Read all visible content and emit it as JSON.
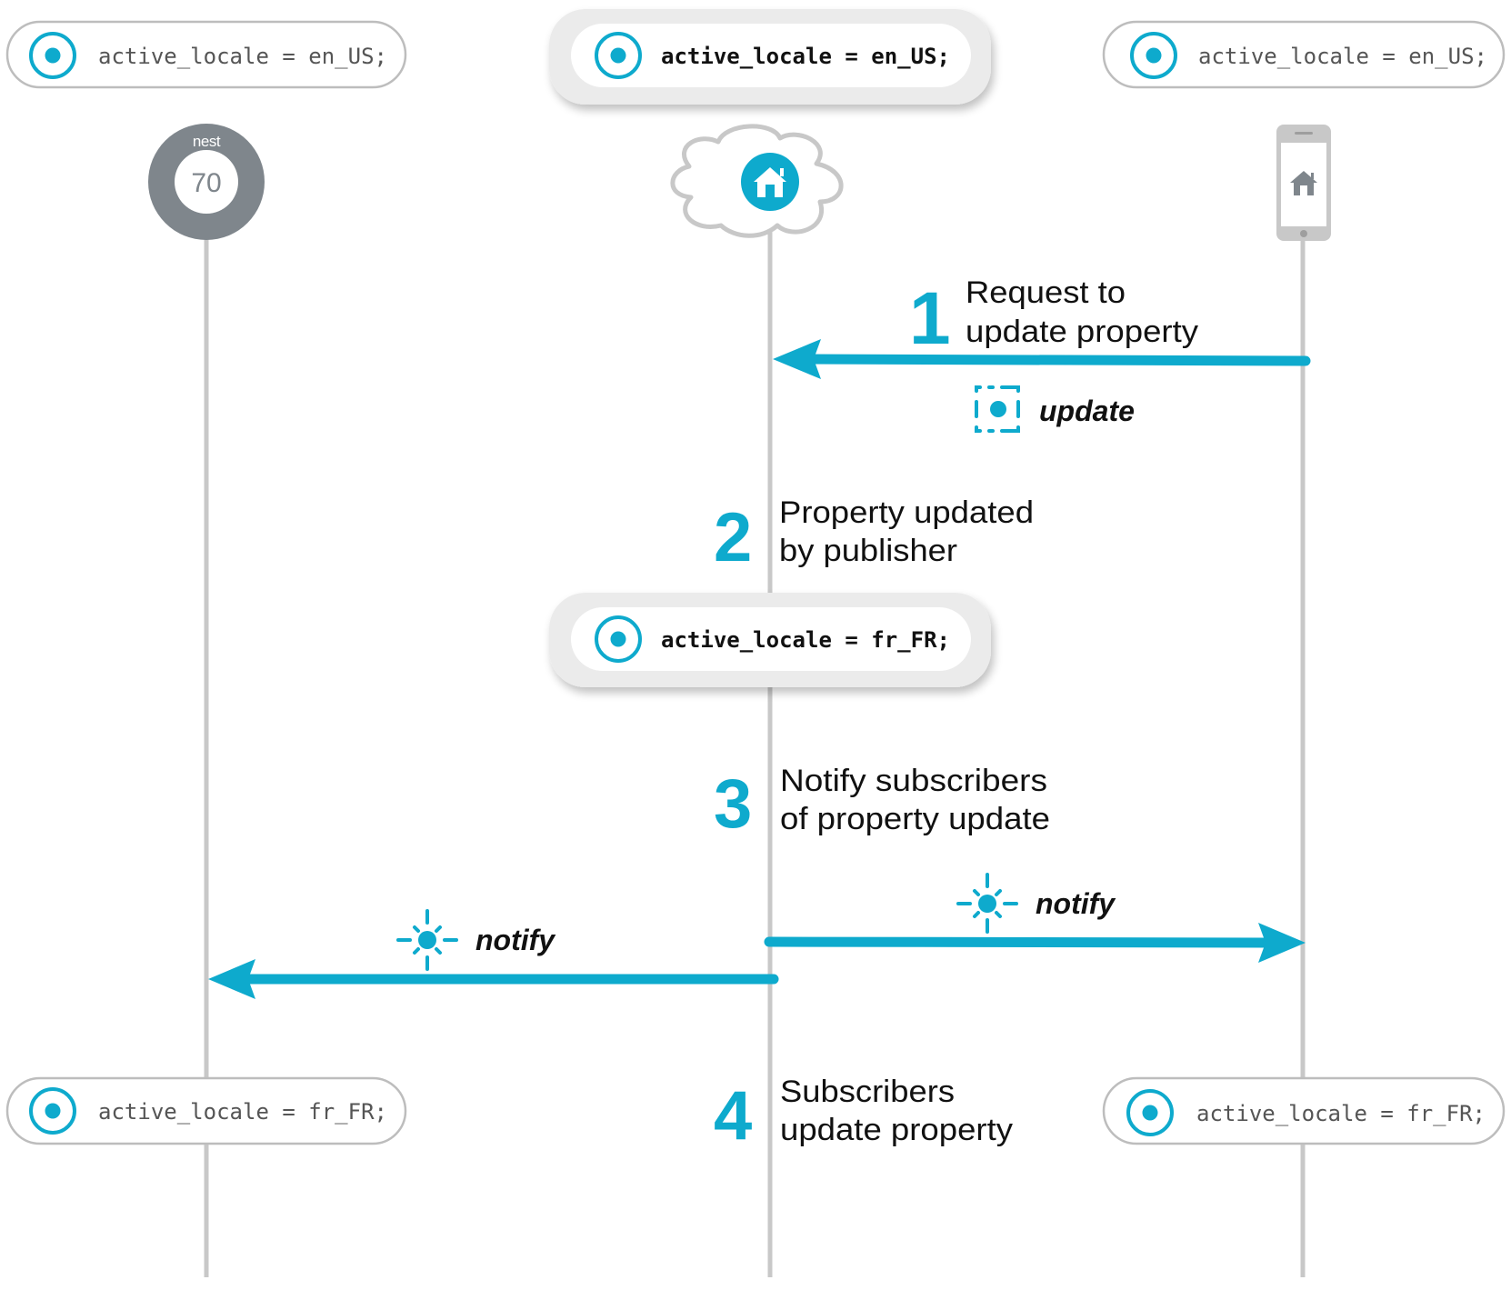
{
  "colors": {
    "accent": "#0eaacd",
    "lifeline": "#c8c8c8",
    "pill_border": "#bdbdbd",
    "pill_text_gray": "#555555",
    "pill_text_dark": "#111111",
    "step_text": "#111111",
    "device_gray": "#7f868c"
  },
  "top": {
    "left_pill": "active_locale = en_US;",
    "center_pill": "active_locale = en_US;",
    "right_pill": "active_locale = en_US;"
  },
  "devices": {
    "thermostat": {
      "brand": "nest",
      "temperature": "70",
      "icon": "thermostat-icon"
    },
    "cloud": {
      "icon": "home-icon"
    },
    "phone": {
      "icon": "home-icon"
    }
  },
  "steps": [
    {
      "number": "1",
      "line1": "Request to",
      "line2": "update property"
    },
    {
      "number": "2",
      "line1": "Property updated",
      "line2": "by publisher"
    },
    {
      "number": "3",
      "line1": "Notify subscribers",
      "line2": "of property update"
    },
    {
      "number": "4",
      "line1": "Subscribers",
      "line2": "update property"
    }
  ],
  "actions": {
    "update": "update",
    "notify_right": "notify",
    "notify_left": "notify"
  },
  "middle_pill": "active_locale = fr_FR;",
  "bottom": {
    "left_pill": "active_locale = fr_FR;",
    "right_pill": "active_locale = fr_FR;"
  }
}
